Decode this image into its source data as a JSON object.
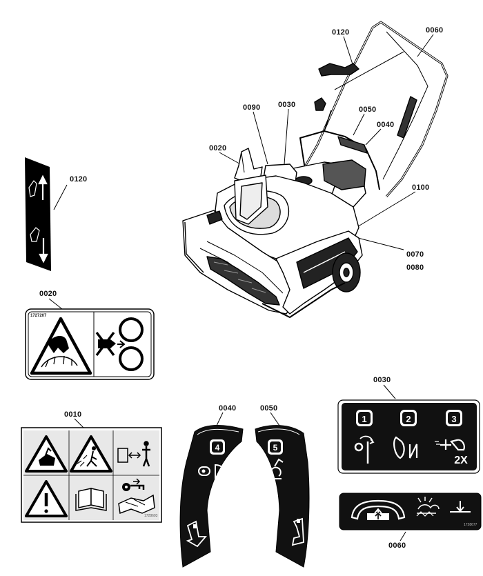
{
  "callouts": {
    "c0120_top": "0120",
    "c0060_top": "0060",
    "c0030_top": "0030",
    "c0090": "0090",
    "c0050": "0050",
    "c0040": "0040",
    "c0020_top": "0020",
    "c0100": "0100",
    "c0070": "0070",
    "c0080": "0080",
    "c0120_left": "0120",
    "c0020_left": "0020",
    "c0030_decal": "0030",
    "c0010": "0010",
    "c0040_decal": "0040",
    "c0050_decal": "0050",
    "c0060_bottom": "0060"
  },
  "decal_codes": {
    "d0020": "1727207",
    "d0010": "1728603",
    "d0060": "1728677"
  },
  "control_decal": {
    "step1": "1",
    "step2": "2",
    "step3": "3",
    "repeat": "2X",
    "step4": "4",
    "step5": "5"
  },
  "icons": [
    "snowthrower-drawing-icon",
    "chute-up-arrow-icon",
    "chute-down-arrow-icon",
    "hand-hazard-triangle-icon",
    "no-hands-in-impeller-icon",
    "warning-triangle-icon",
    "thrown-object-triangle-icon",
    "bystander-distance-icon",
    "manual-book-icon",
    "key-manual-icon",
    "choke-icon",
    "primer-icon",
    "fuel-off-icon",
    "handle-bar-icon",
    "auger-engage-icon"
  ]
}
